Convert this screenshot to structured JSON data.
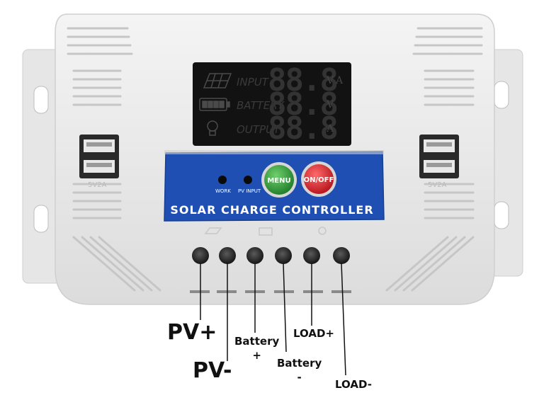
{
  "lcd": {
    "row1_label": "INPUT",
    "row2_label": "BATTERY",
    "row3_label": "OUTPUT",
    "digits": "88.8",
    "row1_unit1": "V",
    "row1_unit2": "A",
    "row2_unit": "V",
    "row3_unit": "A"
  },
  "panel": {
    "title": "SOLAR CHARGE CONTROLLER",
    "work_label": "WORK",
    "pv_input_label": "PV INPUT",
    "menu_button": "MENU",
    "onoff_button": "ON/OFF"
  },
  "usb": {
    "left_label": "5V2A",
    "right_label": "5V2A"
  },
  "terminals": {
    "pv_plus": "PV+",
    "pv_minus": "PV-",
    "battery_plus_line1": "Battery",
    "battery_plus_line2": "+",
    "battery_minus_line1": "Battery",
    "battery_minus_line2": "-",
    "load_plus": "LOAD+",
    "load_minus": "LOAD-"
  },
  "colors": {
    "body": "#ececec",
    "panel_blue": "#1f4fb3",
    "menu_green": "#2f9a3a",
    "onoff_red": "#d9262b",
    "lcd_bg": "#111111"
  }
}
